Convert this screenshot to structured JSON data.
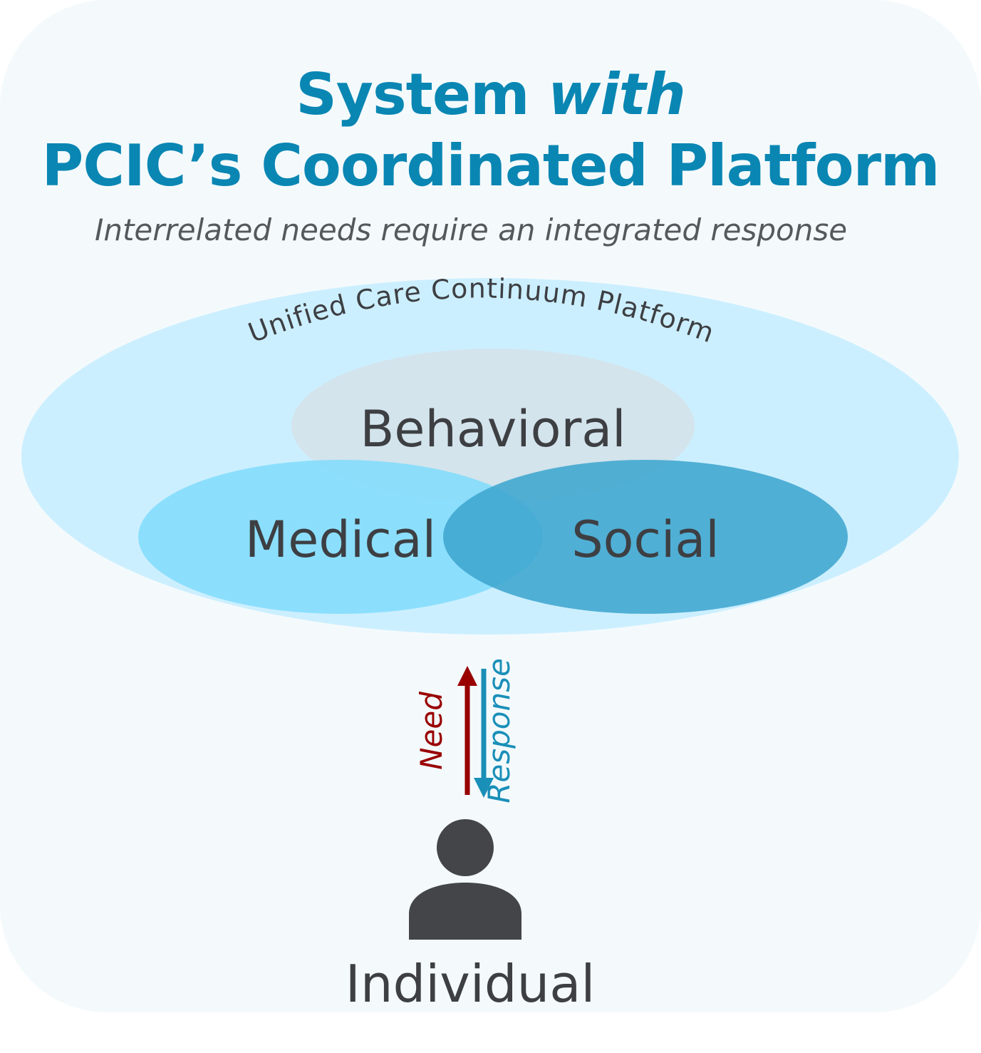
{
  "title": {
    "line1_main": "System ",
    "line1_emphasis": "with",
    "line2": "PCIC’s Coordinated Platform"
  },
  "subtitle": "Interrelated needs require an integrated response",
  "platform": {
    "label": "Unified Care Continuum Platform"
  },
  "domains": {
    "behavioral": "Behavioral",
    "medical": "Medical",
    "social": "Social"
  },
  "flow": {
    "need_label": "Need",
    "response_label": "Response"
  },
  "person": {
    "icon": "person-icon",
    "label": "Individual"
  },
  "colors": {
    "title": "#0a86b3",
    "subtitle": "#55595e",
    "platform_fill": "#ccefff",
    "behavioral_fill": "#d4e3ea",
    "medical_fill": "#7cdcfd",
    "social_fill": "#3fa6cf",
    "need_arrow": "#990000",
    "response_arrow": "#1a8fb8",
    "dark_text": "#3d3f43"
  }
}
